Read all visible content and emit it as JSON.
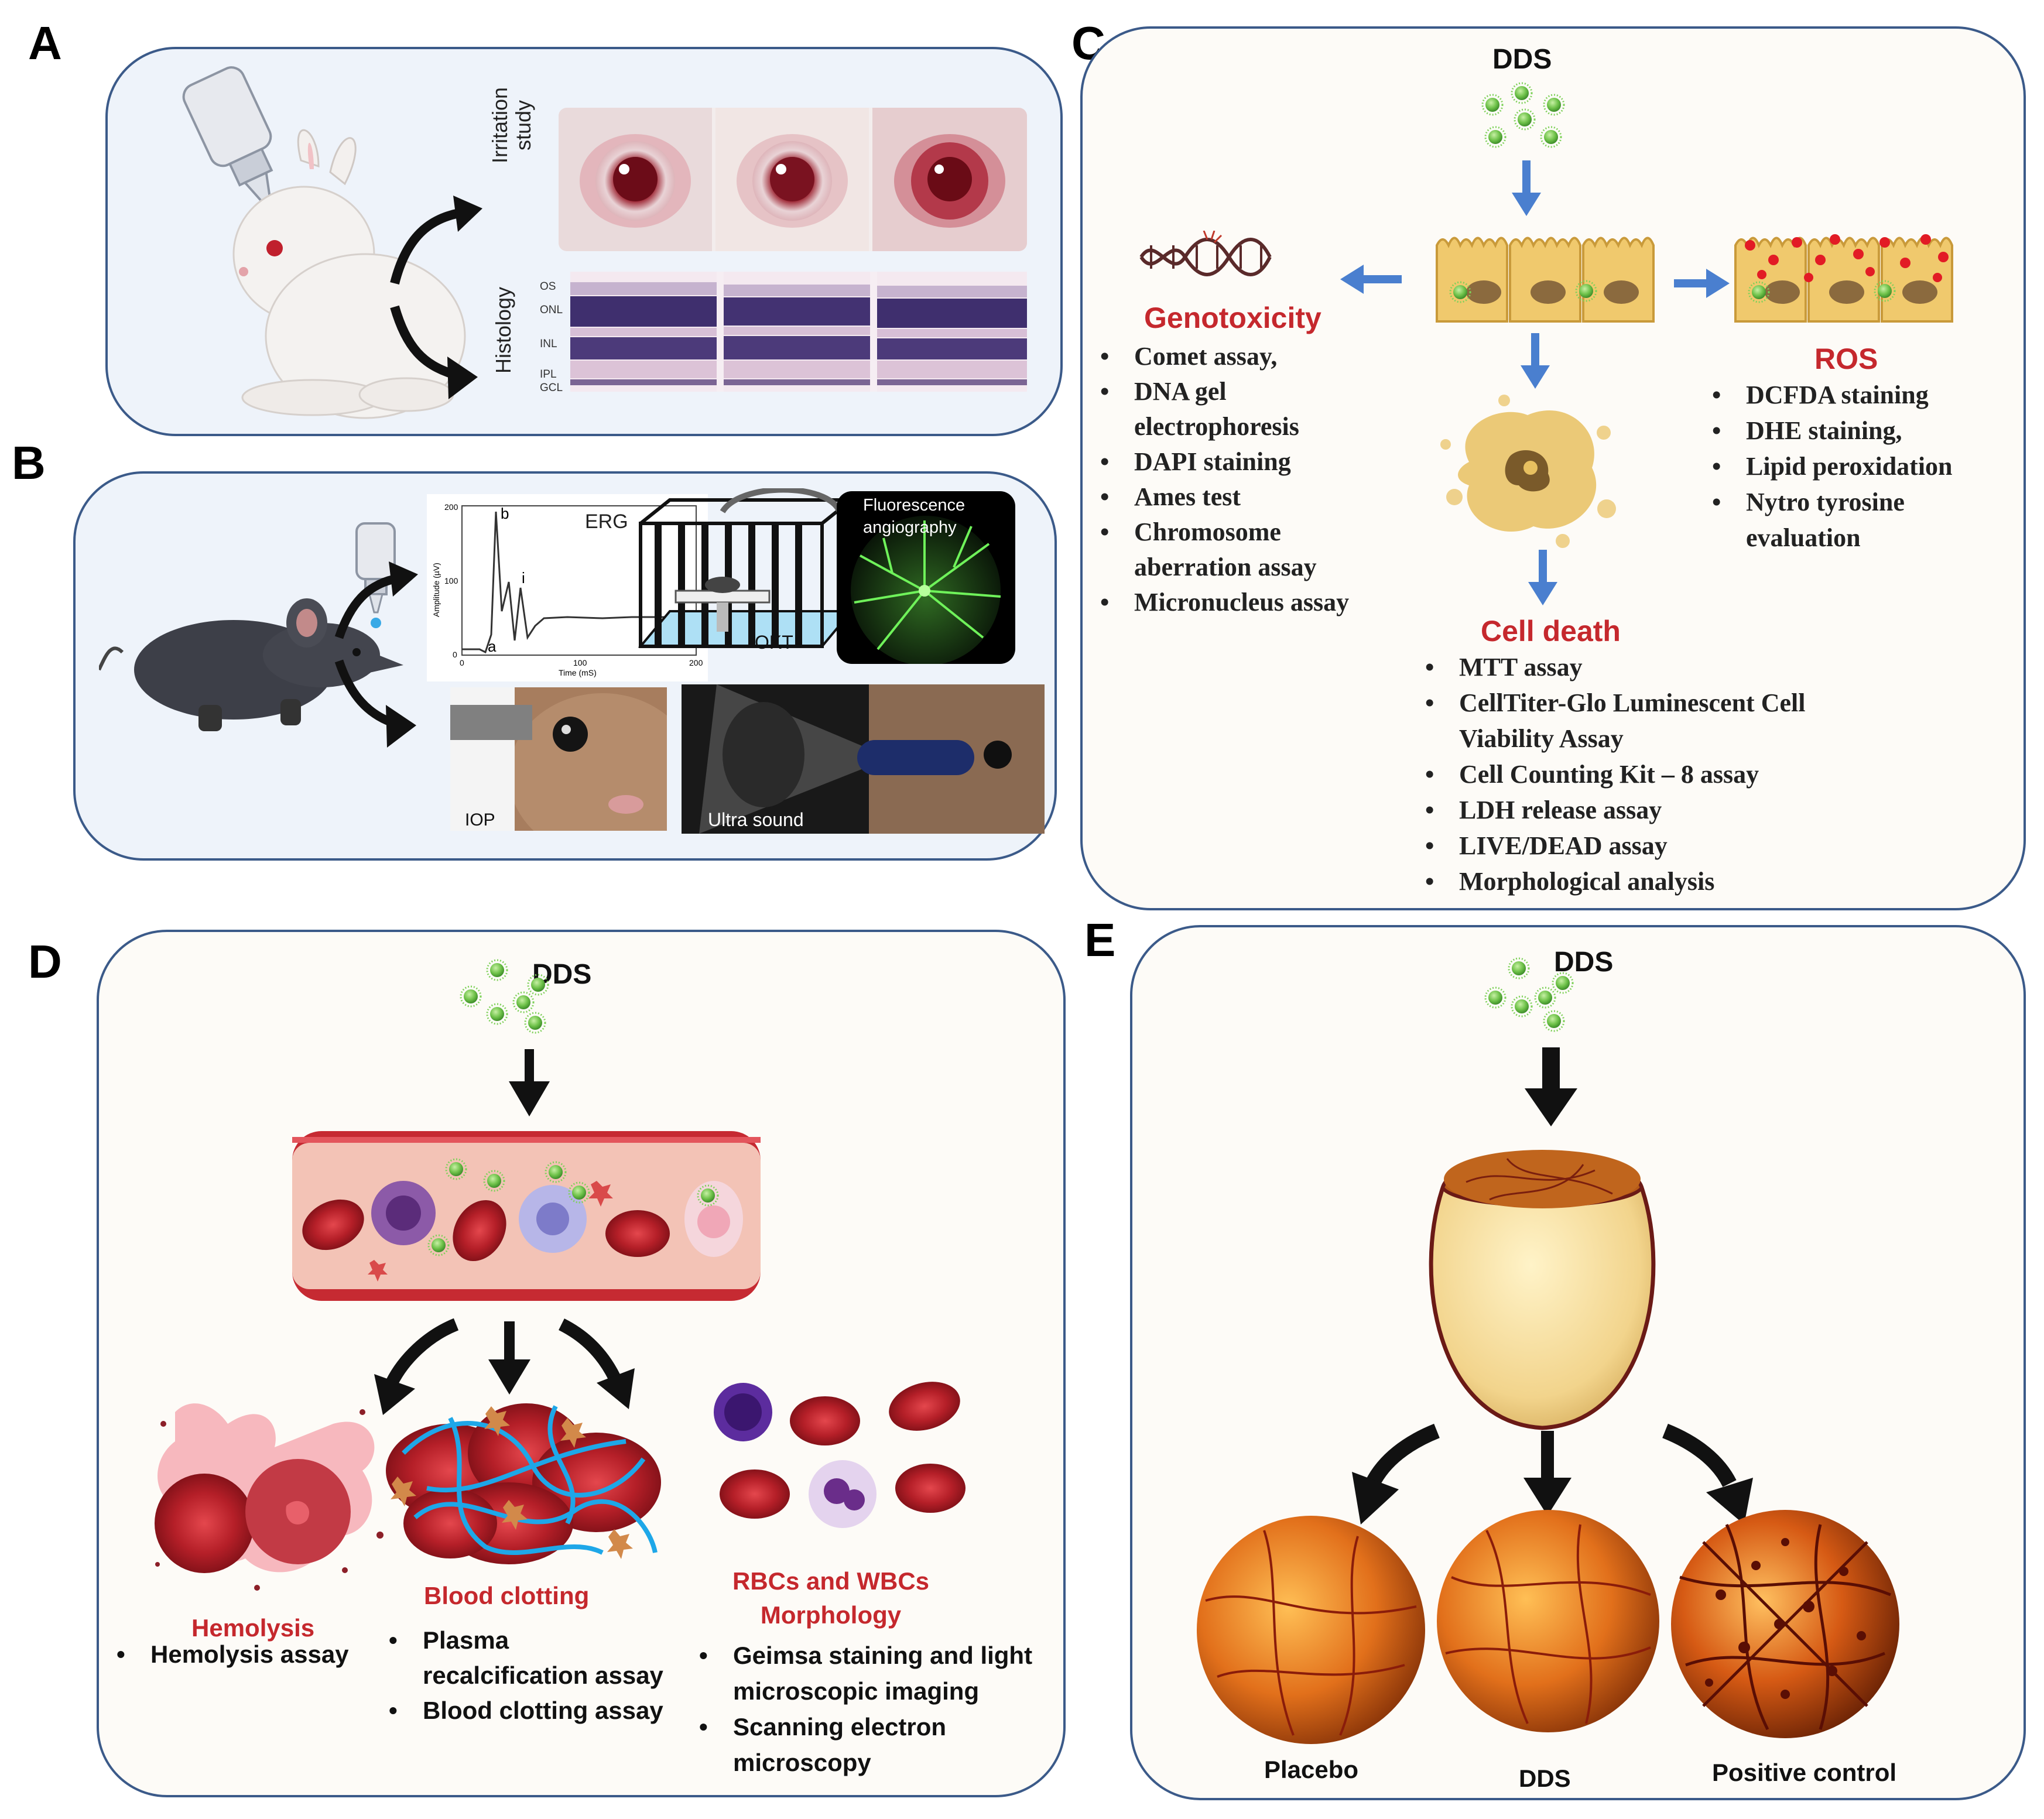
{
  "panels": {
    "a": {
      "letter": "A",
      "irritation_label": "Irritation study",
      "histology_label": "Histology",
      "histology_layers": [
        "OS",
        "ONL",
        "INL",
        "IPL",
        "GCL"
      ]
    },
    "b": {
      "letter": "B",
      "erg": {
        "title": "ERG",
        "ylabel": "Amplitude (µV)",
        "xlabel": "Time (mS)",
        "yticks": [
          "200",
          "100",
          "0"
        ],
        "xticks": [
          "0",
          "100",
          "200"
        ],
        "peaks": [
          "b",
          "i",
          "a"
        ]
      },
      "okt_label": "OKT",
      "fluorescence_label": "Fluorescence angiography",
      "iop_label": "IOP",
      "ultrasound_label": "Ultra sound"
    },
    "c": {
      "letter": "C",
      "dds_label": "DDS",
      "genotoxicity": {
        "title": "Genotoxicity",
        "items": [
          "Comet assay,",
          "DNA gel electrophoresis",
          "DAPI staining",
          "Ames test",
          "Chromosome aberration assay",
          "Micronucleus assay"
        ]
      },
      "ros": {
        "title": "ROS",
        "items": [
          "DCFDA staining",
          "DHE staining,",
          "Lipid peroxidation",
          "Nytro tyrosine evaluation"
        ]
      },
      "cell_death": {
        "title": "Cell death",
        "items": [
          "MTT assay",
          "CellTiter-Glo Luminescent Cell Viability Assay",
          "Cell Counting Kit – 8 assay",
          "LDH release assay",
          "LIVE/DEAD assay",
          "Morphological analysis"
        ]
      }
    },
    "d": {
      "letter": "D",
      "dds_label": "DDS",
      "hemolysis": {
        "title": "Hemolysis",
        "items": [
          "Hemolysis assay"
        ]
      },
      "clotting": {
        "title": "Blood clotting",
        "items": [
          "Plasma recalcification assay",
          "Blood clotting assay"
        ]
      },
      "morphology": {
        "title": "RBCs and WBCs Morphology",
        "items": [
          "Geimsa staining and light microscopic imaging",
          "Scanning electron microscopy"
        ]
      }
    },
    "e": {
      "letter": "E",
      "dds_label": "DDS",
      "outcomes": [
        "Placebo",
        "DDS",
        "Positive control"
      ]
    }
  },
  "colors": {
    "panel_border": "#3b5a89",
    "panel_ab_fill": "#eef3fa",
    "panel_cde_fill": "#fdfbf7",
    "red_title": "#c5282d",
    "blue_arrow": "#4a7fcf",
    "dds_green": "#6fc24a"
  }
}
